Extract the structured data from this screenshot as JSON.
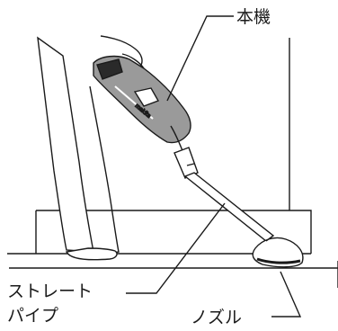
{
  "labels": {
    "body": "本機",
    "pipe_line1": "ストレート",
    "pipe_line2": "パイプ",
    "nozzle": "ノズル"
  },
  "colors": {
    "line": "#1a1a1a",
    "body_shade": "#9a9a9a",
    "body_dark": "#2a2a2a",
    "stair_fill": "#ffffff"
  },
  "icons": {
    "figure": "person-vacuuming-stairs-illustration"
  }
}
